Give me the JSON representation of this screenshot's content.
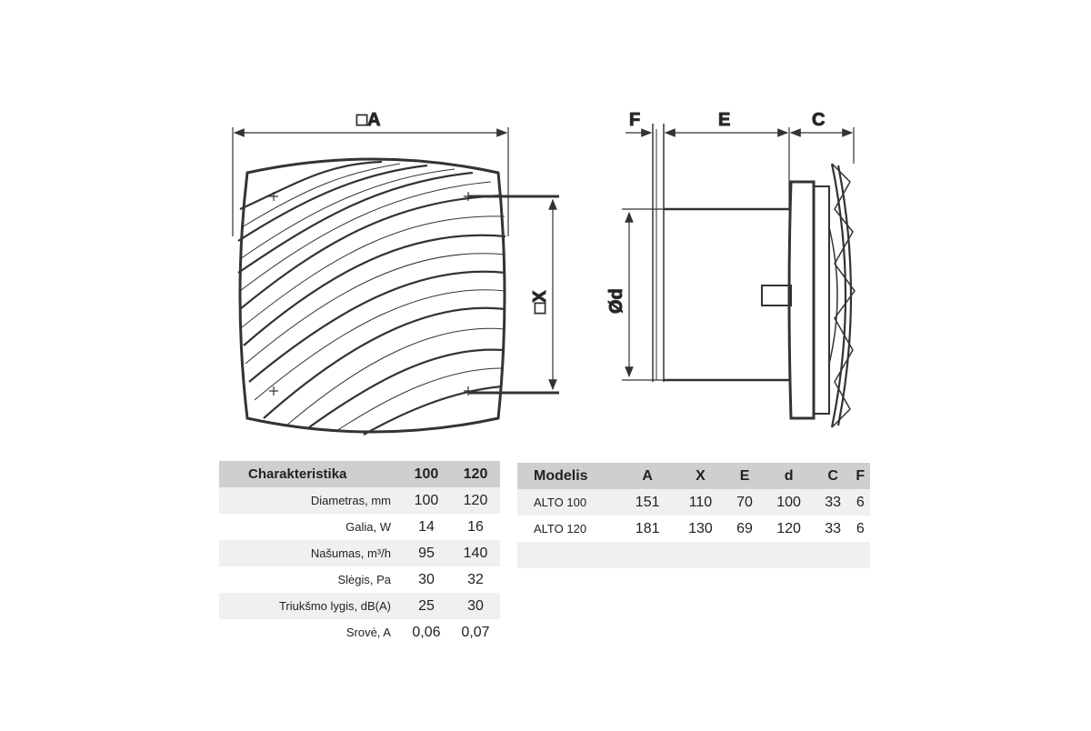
{
  "drawing": {
    "labels": {
      "A": "□A",
      "X": "□X",
      "d": "Ød",
      "F": "F",
      "E": "E",
      "C": "C"
    }
  },
  "spec_table": {
    "headers": [
      "Charakteristika",
      "100",
      "120"
    ],
    "rows": [
      [
        "Diametras, mm",
        "100",
        "120"
      ],
      [
        "Galia, W",
        "14",
        "16"
      ],
      [
        "Našumas, m³/h",
        "95",
        "140"
      ],
      [
        "Slėgis, Pa",
        "30",
        "32"
      ],
      [
        "Triukšmo lygis, dB(A)",
        "25",
        "30"
      ],
      [
        "Srovė, A",
        "0,06",
        "0,07"
      ]
    ]
  },
  "model_table": {
    "headers": [
      "Modelis",
      "A",
      "X",
      "E",
      "d",
      "C",
      "F"
    ],
    "rows": [
      [
        "ALTO 100",
        "151",
        "110",
        "70",
        "100",
        "33",
        "6"
      ],
      [
        "ALTO 120",
        "181",
        "130",
        "69",
        "120",
        "33",
        "6"
      ]
    ]
  }
}
